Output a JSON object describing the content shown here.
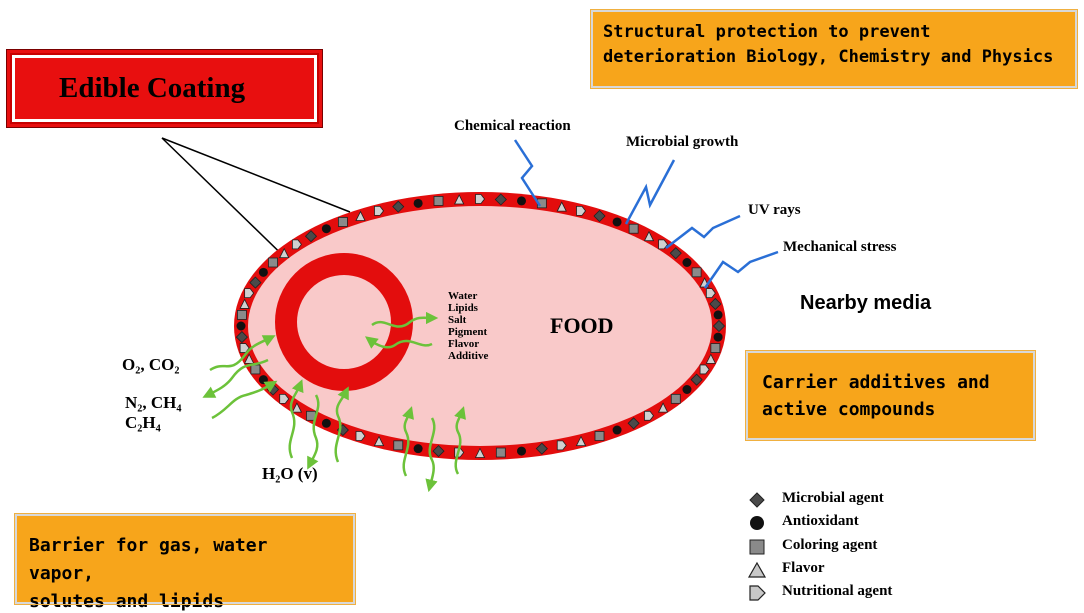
{
  "title": "Edible Coating",
  "boxes": {
    "structural": "Structural protection to prevent deterioration Biology, Chemistry and Physics",
    "structural_line1": "Structural protection to prevent",
    "structural_line2": "deterioration Biology, Chemistry and Physics",
    "carrier_line1": "Carrier additives and",
    "carrier_line2": "active compounds",
    "barrier_line1": "Barrier for gas, water vapor,",
    "barrier_line2": "solutes and lipids"
  },
  "threats": [
    "Chemical reaction",
    "Microbial growth",
    "UV rays",
    "Mechanical stress"
  ],
  "food_label": "FOOD",
  "nearby_media": "Nearby media",
  "inner_components": [
    "Water",
    "Lipids",
    "Salt",
    "Pigment",
    "Flavor",
    "Additive"
  ],
  "gases": {
    "o2co2": "O₂, CO₂",
    "n2ch4": "N₂, CH₄",
    "c2h4": "C₂H₄",
    "water_vapor": "H₂O (v)"
  },
  "legend": [
    {
      "symbol": "diamond",
      "label": "Microbial agent"
    },
    {
      "symbol": "circle",
      "label": "Antioxidant"
    },
    {
      "symbol": "square",
      "label": "Coloring agent"
    },
    {
      "symbol": "triangle",
      "label": "Flavor"
    },
    {
      "symbol": "pentagon",
      "label": "Nutritional agent"
    }
  ],
  "colors": {
    "coating_red": "#e30d0d",
    "food_pink": "#f9c9c9",
    "box_orange": "#f7a51b",
    "lightning_blue": "#2a6fd6",
    "arrow_green": "#6cc23a"
  }
}
